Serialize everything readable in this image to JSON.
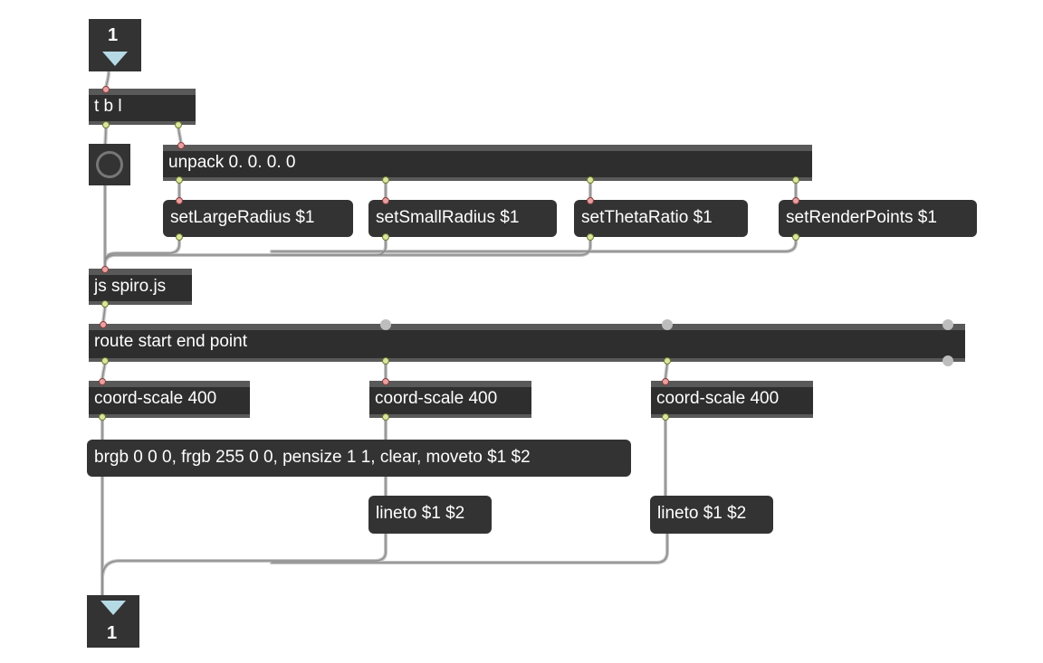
{
  "inlet": {
    "value": "1"
  },
  "trigger": {
    "label": "t b l"
  },
  "unpack": {
    "label": "unpack 0. 0. 0. 0"
  },
  "messages": {
    "large_radius": "setLargeRadius $1",
    "small_radius": "setSmallRadius $1",
    "theta_ratio": "setThetaRatio $1",
    "render_points": "setRenderPoints $1",
    "init_draw": "brgb 0 0 0, frgb 255 0 0, pensize 1 1, clear, moveto $1 $2",
    "lineto_1": "lineto $1 $2",
    "lineto_2": "lineto $1 $2"
  },
  "js": {
    "label": "js spiro.js"
  },
  "route": {
    "label": "route start end point"
  },
  "coord_scale": [
    "coord-scale 400",
    "coord-scale 400",
    "coord-scale 400"
  ],
  "outlet": {
    "value": "1"
  },
  "colors": {
    "box_body": "#2e2e2e",
    "box_border": "#595959",
    "cord": "#9a9a9a",
    "inlet_arrow": "#b6d9e6"
  }
}
